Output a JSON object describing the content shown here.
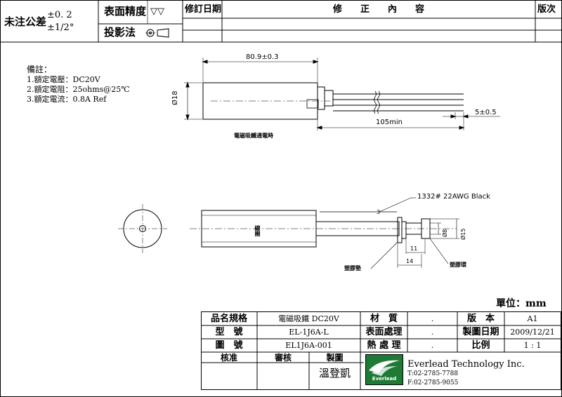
{
  "header": {
    "tolerance_label": "未注公差",
    "tolerance_linear": "±0. 2",
    "tolerance_angle": "±1/2°",
    "surface_label": "表面精度",
    "surface_symbol": "▽▽",
    "projection_label": "投影法",
    "revision_date_label": "修訂日期",
    "revision_content_label": "修　　正　　內　　容",
    "version_label": "版次"
  },
  "notes": {
    "title": "備註：",
    "items": [
      "1.額定電壓：DC20V",
      "2.額定電阻：25ohms@25℃",
      "3.額定電流：0.8A Ref"
    ]
  },
  "top_view": {
    "dim_length": "80.9±0.3",
    "dim_diameter": "Ø18",
    "dim_lead": "105min",
    "dim_strip": "5±0.5",
    "caption": "電磁吸鐵通電時"
  },
  "side_view": {
    "wire_spec": "1332# 22AWG Black",
    "callout_3": "3",
    "dim_d8": "Ø8",
    "dim_d15": "Ø15",
    "dim_11": "11",
    "dim_14": "14",
    "label_body": "線圈",
    "label_left": "塑膠墊",
    "label_right": "塑膠環"
  },
  "unit": "單位：mm",
  "title_block": {
    "r1": [
      "品名規格",
      "電磁吸鐵 DC20V",
      "材　質",
      ".",
      "版　本",
      "A1"
    ],
    "r2": [
      "型　號",
      "EL-1J6A-L",
      "表面處理",
      ".",
      "製圖日期",
      "2009/12/21"
    ],
    "r3": [
      "圖　號",
      "EL1J6A-001",
      "熱 處 理",
      ".",
      "比例",
      "1 : 1"
    ],
    "approve": "核准",
    "review": "審核",
    "draw": "製圖",
    "drawer": "溫登凱",
    "company": "Everlead Technology Inc.",
    "logo_text": "Everlead",
    "tel": "T:02-2785-7788",
    "fax": "F:02-2785-9055"
  },
  "colors": {
    "logo_green": "#1e7a35"
  }
}
